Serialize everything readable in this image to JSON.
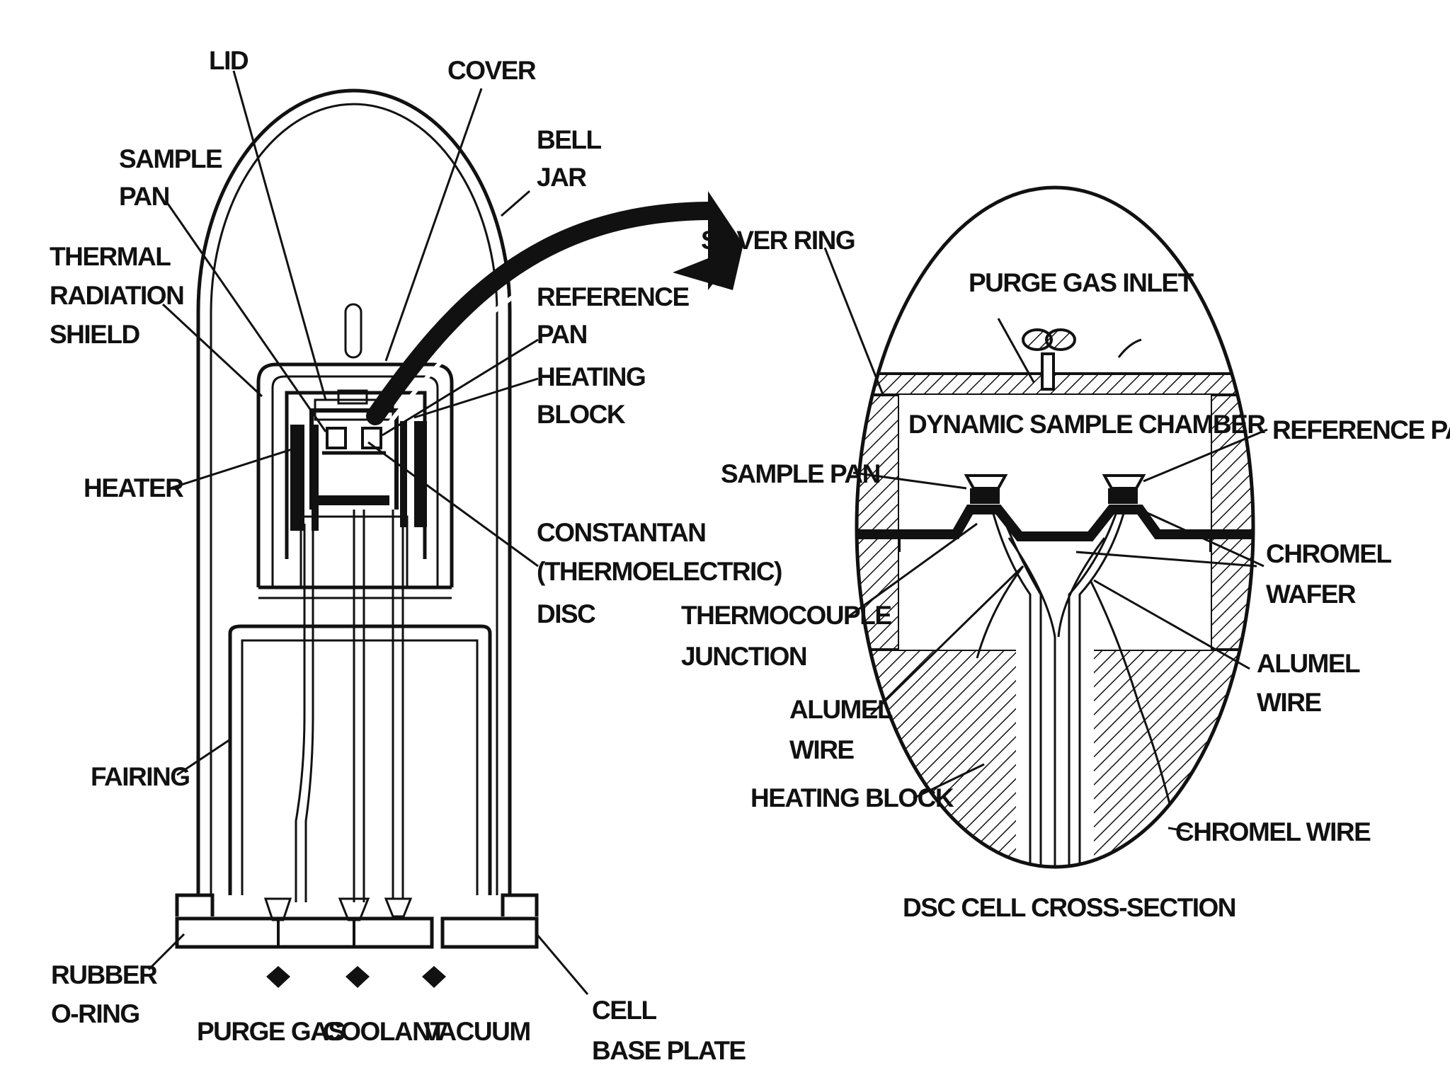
{
  "diagram": {
    "colors": {
      "ink": "#111111",
      "paper": "#ffffff",
      "hatch": "#111111"
    },
    "left_labels": {
      "lid": "LID",
      "cover": "COVER",
      "bell_jar": [
        "BELL",
        "JAR"
      ],
      "sample_pan": [
        "SAMPLE",
        "PAN"
      ],
      "thermal_radiation_shield": [
        "THERMAL",
        "RADIATION",
        "SHIELD"
      ],
      "reference_pan": [
        "REFERENCE",
        "PAN"
      ],
      "heating_block": [
        "HEATING",
        "BLOCK"
      ],
      "heater": "HEATER",
      "constantan_disc": [
        "CONSTANTAN",
        "(THERMOELECTRIC)",
        "DISC"
      ],
      "fairing": "FAIRING",
      "rubber_o_ring": [
        "RUBBER",
        "O-RING"
      ],
      "purge_gas": "PURGE GAS",
      "coolant": "COOLANT",
      "vacuum": "VACUUM",
      "cell_base_plate": [
        "CELL",
        "BASE PLATE"
      ]
    },
    "right_labels": {
      "silver_ring": "SILVER RING",
      "purge_gas_inlet": "PURGE GAS INLET",
      "dynamic_sample_chamber": "DYNAMIC SAMPLE CHAMBER",
      "reference_pan": "REFERENCE PAN",
      "sample_pan": "SAMPLE PAN",
      "chromel_wafer": [
        "CHROMEL",
        "WAFER"
      ],
      "thermocouple_junction": [
        "THERMOCOUPLE",
        "JUNCTION"
      ],
      "alumel_wire_right": [
        "ALUMEL",
        "WIRE"
      ],
      "alumel_wire_left": [
        "ALUMEL",
        "WIRE"
      ],
      "heating_block": "HEATING BLOCK",
      "chromel_wire": "CHROMEL WIRE",
      "caption": "DSC CELL CROSS-SECTION"
    }
  }
}
